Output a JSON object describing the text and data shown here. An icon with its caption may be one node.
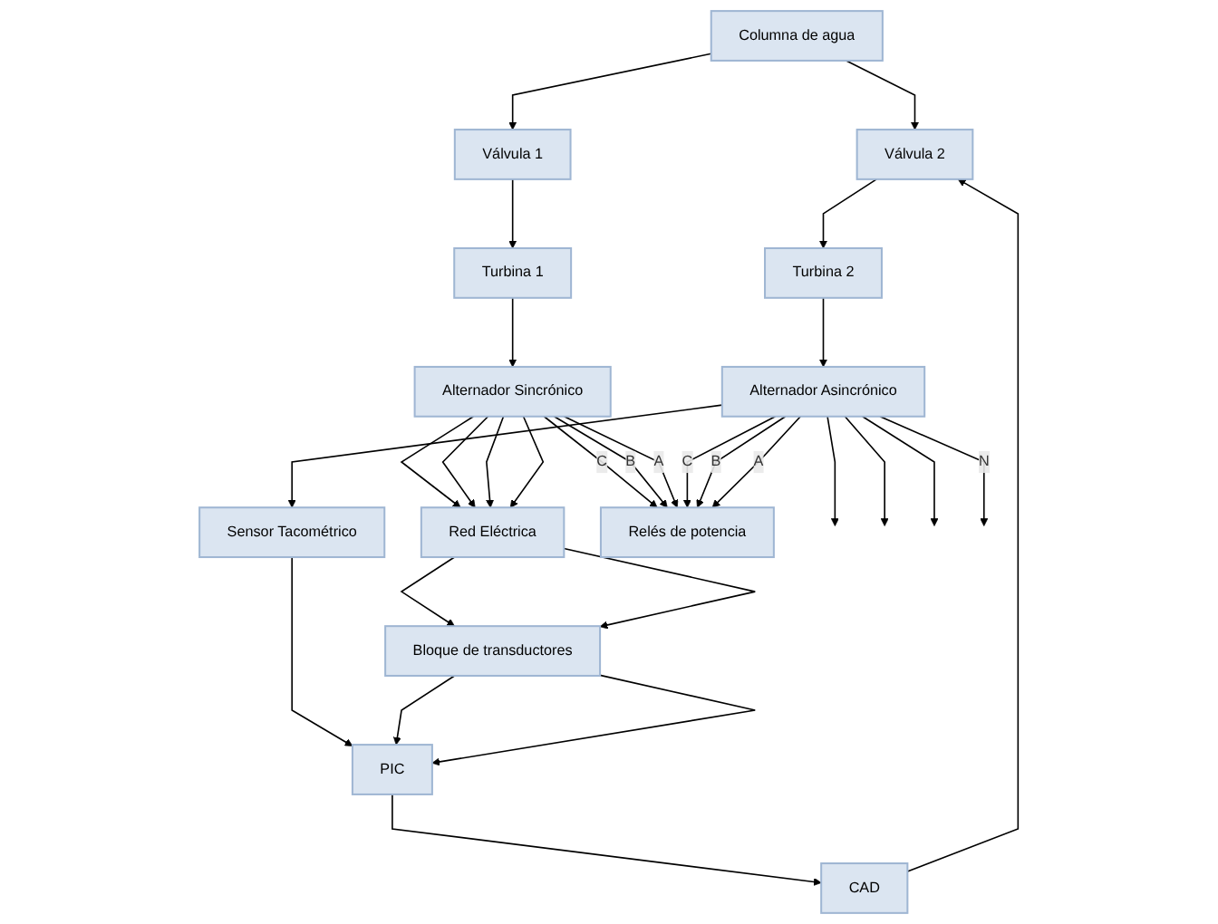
{
  "diagram": {
    "nodes": [
      {
        "text": [
          "Columna de agua"
        ]
      },
      {
        "text": [
          "Válvula 1"
        ]
      },
      {
        "text": [
          "Turbina 1"
        ]
      },
      {
        "text": [
          "Alternador Sincrónico"
        ]
      },
      {
        "text": [
          "Red Eléctrica"
        ]
      },
      {
        "text": [
          "Relés de potencia"
        ]
      },
      {
        "text": [
          "Bloque de transductores"
        ]
      },
      {
        "text": [
          "Válvula 2"
        ]
      },
      {
        "text": [
          "Turbina 2"
        ]
      },
      {
        "text": [
          "Alternador Asincrónico"
        ]
      },
      {
        "text": [
          "Sensor Tacométrico"
        ]
      },
      {
        "text": [
          "PIC"
        ]
      },
      {
        "text": [
          "CAD"
        ]
      }
    ],
    "edges": [
      {
        "from": 0,
        "to": 7,
        "arrow": "to"
      },
      {
        "from": 0,
        "to": 1,
        "arrow": "to"
      },
      {
        "from": 1,
        "to": 2,
        "arrow": "to"
      },
      {
        "from": 2,
        "to": 3,
        "arrow": "to"
      },
      {
        "from": 3,
        "to": 4,
        "arrow": "to"
      },
      {
        "from": 3,
        "to": 4,
        "arrow": "to"
      },
      {
        "from": 3,
        "to": 4,
        "arrow": "to"
      },
      {
        "from": 3,
        "to": 4,
        "arrow": "to"
      },
      {
        "from": 3,
        "to": 5,
        "arrow": "to",
        "label": "C"
      },
      {
        "from": 3,
        "to": 5,
        "arrow": "to",
        "label": "B"
      },
      {
        "from": 3,
        "to": 5,
        "arrow": "to",
        "label": "A"
      },
      {
        "from": 4,
        "to": 6,
        "arrow": "to"
      },
      {
        "from": 4,
        "to": 6,
        "arrow": "to"
      },
      {
        "from": 7,
        "to": 8,
        "arrow": "to"
      },
      {
        "from": 8,
        "to": 9,
        "arrow": "to"
      },
      {
        "from": 9,
        "to": 10,
        "arrow": "to"
      },
      {
        "from": 9,
        "to": 5,
        "arrow": "to",
        "label": "C"
      },
      {
        "from": 9,
        "to": 5,
        "arrow": "to",
        "label": "B"
      },
      {
        "from": 9,
        "to": 5,
        "arrow": "to",
        "label": "A"
      },
      {
        "from": 9,
        "to": null,
        "arrow": "to"
      },
      {
        "from": 9,
        "to": null,
        "arrow": "to"
      },
      {
        "from": 9,
        "to": null,
        "arrow": "to"
      },
      {
        "from": 9,
        "to": null,
        "arrow": "to",
        "label": "N"
      },
      {
        "from": 10,
        "to": 11,
        "arrow": "to"
      },
      {
        "from": 11,
        "to": 12,
        "arrow": "to"
      },
      {
        "from": 12,
        "to": 7,
        "arrow": "to"
      },
      {
        "from": 6,
        "to": 11,
        "arrow": "to"
      },
      {
        "from": 6,
        "to": 11,
        "arrow": "to"
      }
    ]
  }
}
